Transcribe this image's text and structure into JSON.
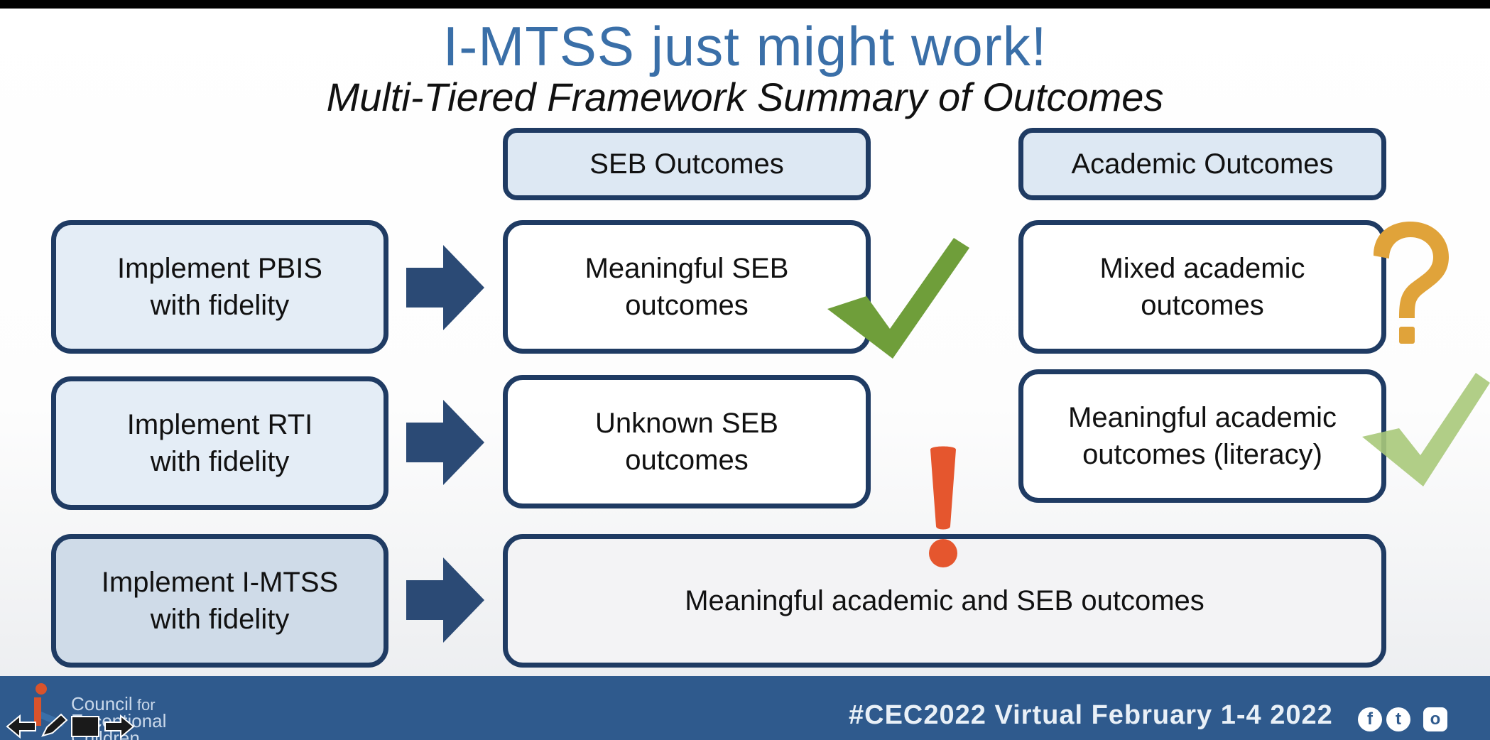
{
  "slide": {
    "title": "I-MTSS just might work!",
    "subtitle": "Multi-Tiered Framework Summary of Outcomes"
  },
  "headers": {
    "seb": "SEB Outcomes",
    "academic": "Academic Outcomes"
  },
  "rows": [
    {
      "implement": [
        "Implement PBIS",
        "with fidelity"
      ],
      "seb": [
        "Meaningful SEB",
        "outcomes"
      ],
      "academic": [
        "Mixed academic",
        "outcomes"
      ]
    },
    {
      "implement": [
        "Implement RTI",
        "with fidelity"
      ],
      "seb": [
        "Unknown SEB",
        "outcomes"
      ],
      "academic": [
        "Meaningful academic",
        "outcomes (literacy)"
      ]
    },
    {
      "implement": [
        "Implement I-MTSS",
        "with fidelity"
      ],
      "combined": "Meaningful academic and SEB outcomes"
    }
  ],
  "icons": {
    "arrow": "right-arrow-icon",
    "check": "checkmark-icon",
    "question": "question-mark-icon",
    "exclamation": "exclamation-mark-icon"
  },
  "colors": {
    "title": "#3a6fa8",
    "border": "#1f3b63",
    "arrow": "#2b4a75",
    "check_dark": "#6f9e3a",
    "check_light": "#a9c97a",
    "question": "#e0a33a",
    "exclamation": "#e5562e",
    "footer": "#2f5a8d"
  },
  "footer": {
    "event": "#CEC2022 Virtual February 1-4 2022",
    "logo_line1": "Council",
    "logo_for": "for",
    "logo_line2": "Exceptional",
    "logo_line3": "Children",
    "social": [
      "f",
      "t",
      "o"
    ]
  }
}
